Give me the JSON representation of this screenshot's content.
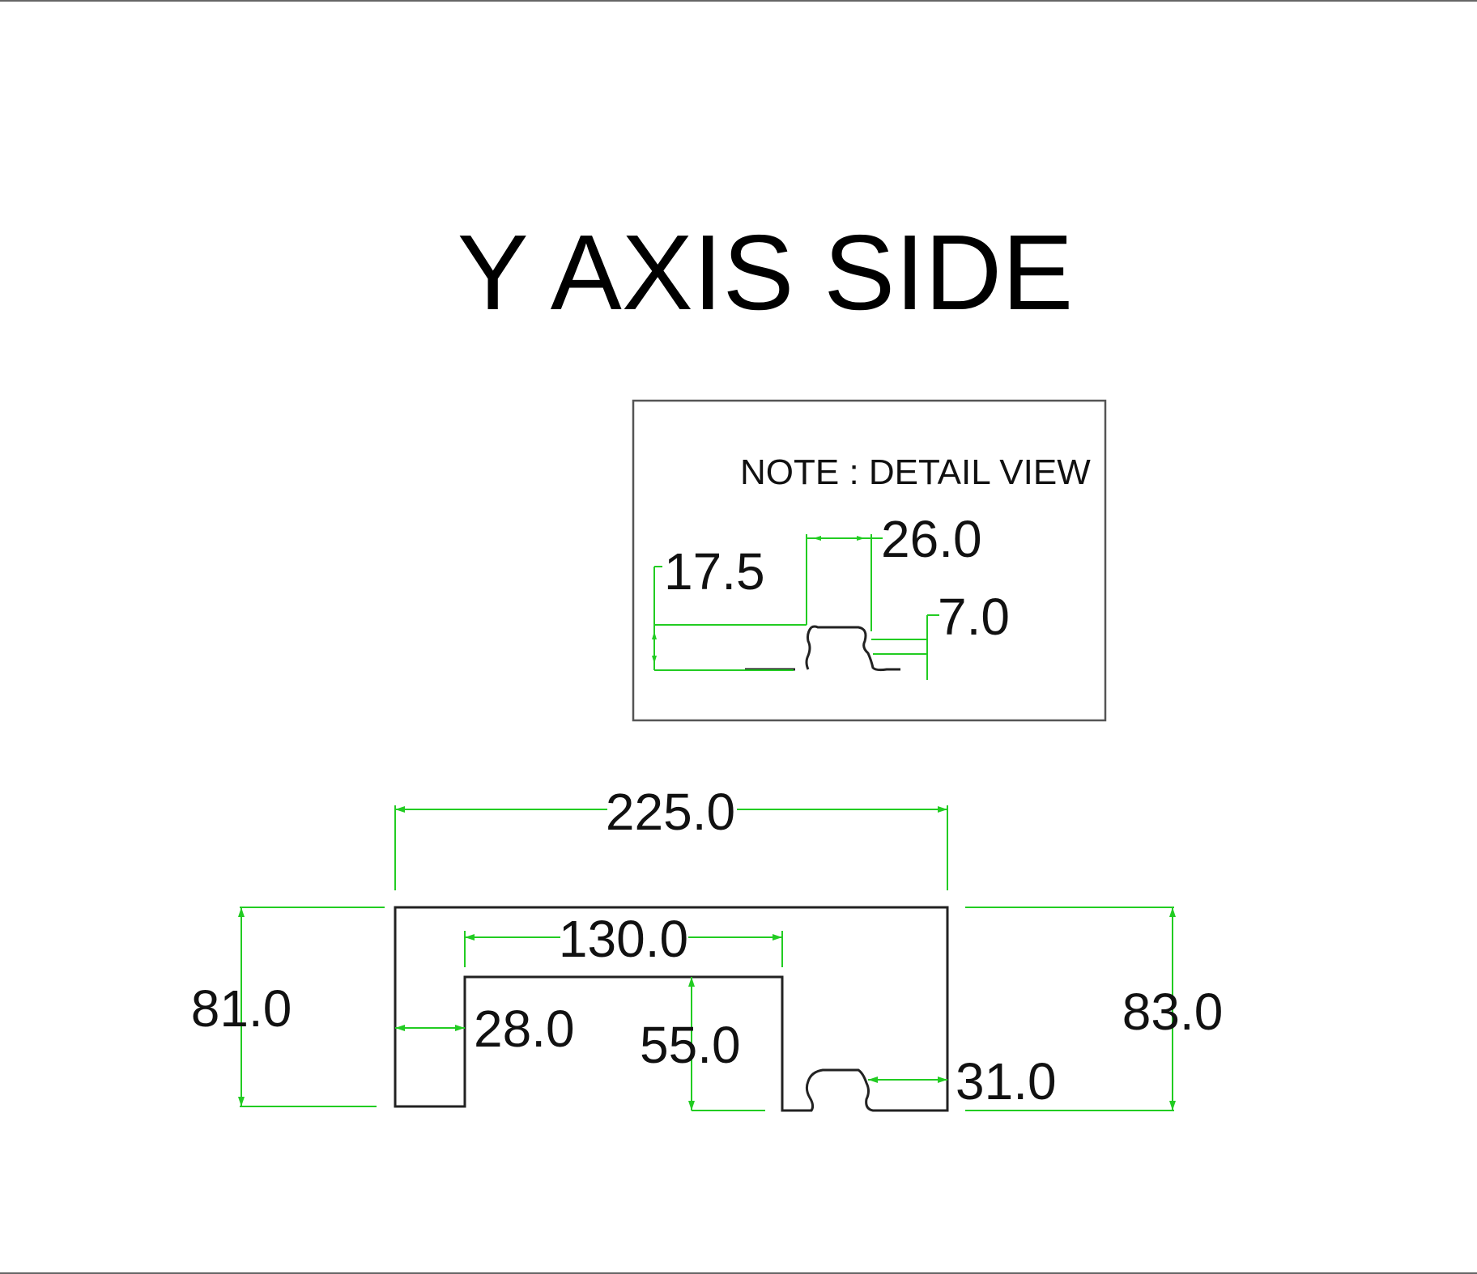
{
  "title": "Y  AXIS  SIDE",
  "detail_view": {
    "note": "NOTE : DETAIL VIEW",
    "dim_17_5": "17.5",
    "dim_26_0": "26.0",
    "dim_7_0": "7.0"
  },
  "main_view": {
    "dim_225_0": "225.0",
    "dim_130_0": "130.0",
    "dim_81_0": "81.0",
    "dim_83_0": "83.0",
    "dim_28_0": "28.0",
    "dim_55_0": "55.0",
    "dim_31_0": "31.0"
  },
  "colors": {
    "dimension_lines": "#22cc22",
    "outline": "#222222",
    "text": "#111111"
  }
}
